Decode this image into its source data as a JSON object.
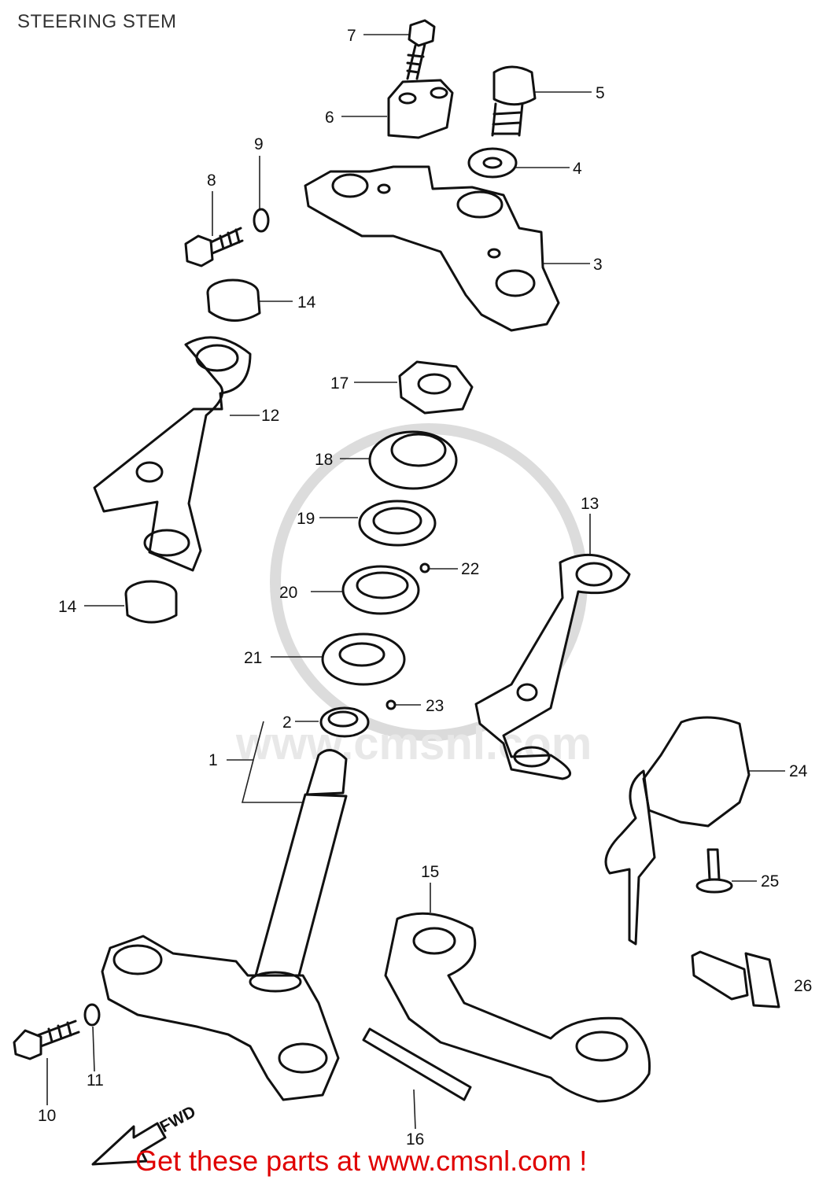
{
  "title": "STEERING STEM",
  "footer": "Get these parts at www.cmsnl.com !",
  "watermark": "www.cmsnl.com",
  "fwd_label": "FWD",
  "part_numbers": [
    "1",
    "2",
    "3",
    "4",
    "5",
    "6",
    "7",
    "8",
    "9",
    "10",
    "11",
    "12",
    "13",
    "14",
    "14",
    "15",
    "16",
    "17",
    "18",
    "19",
    "20",
    "21",
    "22",
    "23",
    "24",
    "25",
    "26"
  ],
  "colors": {
    "footer_text": "#e00000",
    "line_art": "#111111",
    "watermark": "#d8d8d8"
  }
}
